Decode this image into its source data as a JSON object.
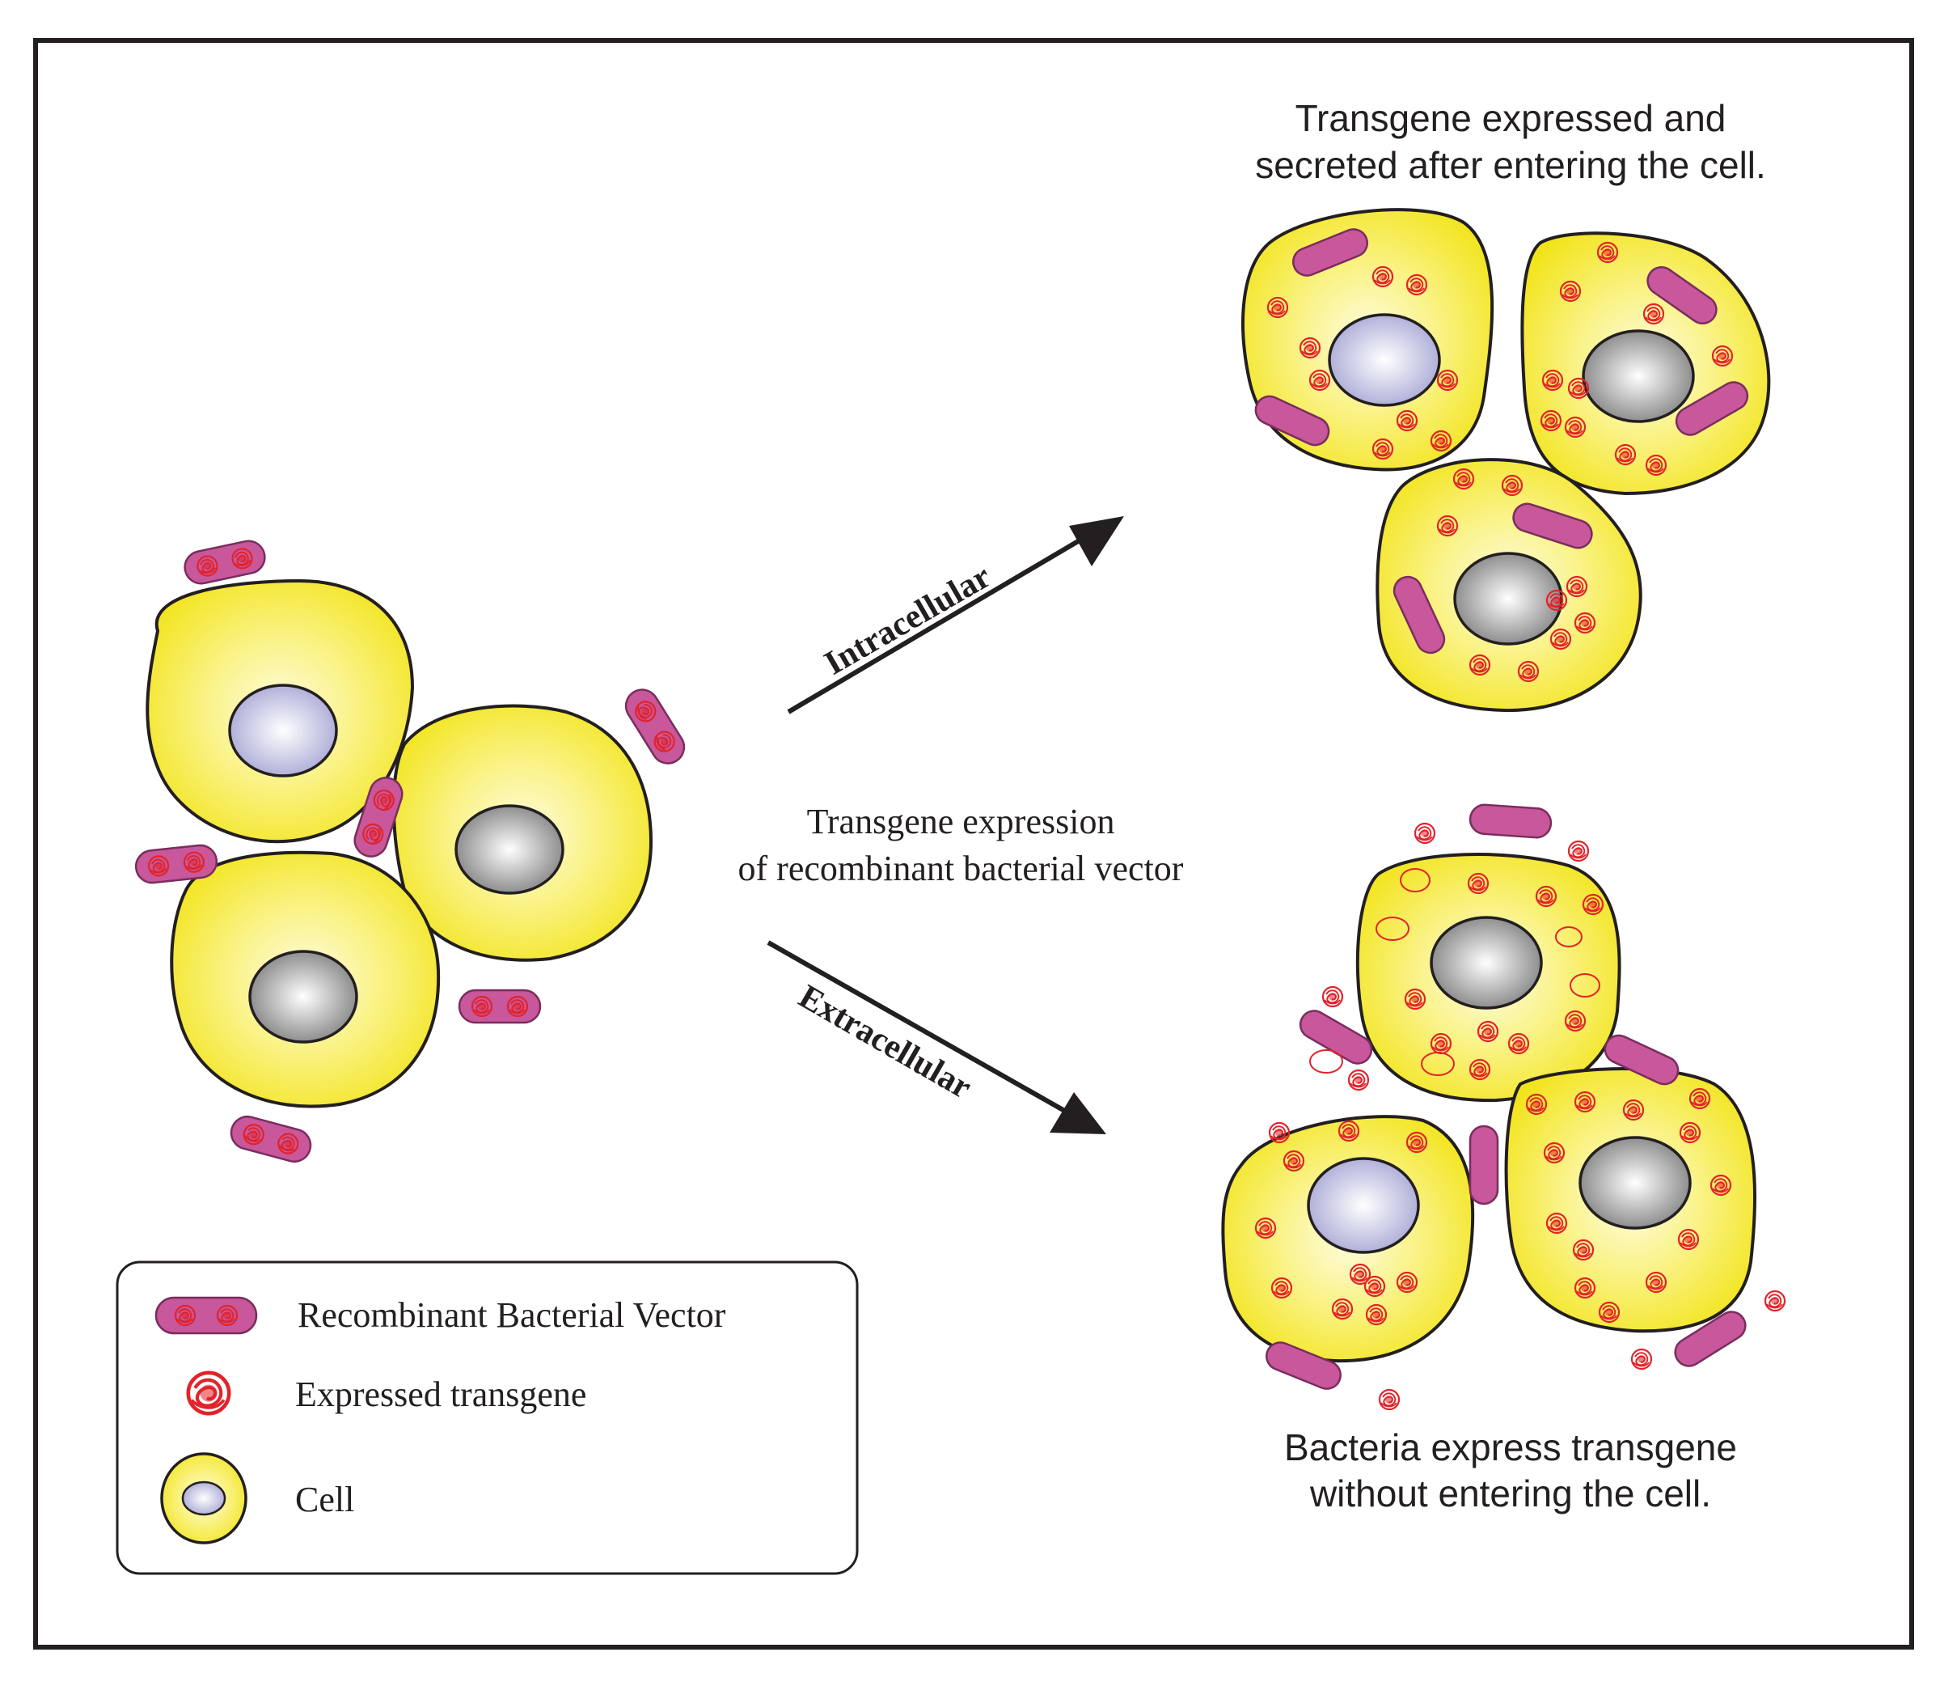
{
  "labels": {
    "intracellular_result": [
      "Transgene expressed and",
      "secreted after entering the cell."
    ],
    "extracellular_result": [
      "Bacteria express transgene",
      "without entering the cell."
    ],
    "center_caption": [
      "Transgene expression",
      "of recombinant bacterial vector"
    ],
    "arrow_intracellular": "Intracellular",
    "arrow_extracellular": "Extracellular"
  },
  "legend": {
    "items": [
      {
        "label": "Recombinant Bacterial Vector",
        "icon": "recombinant-bacteria-icon"
      },
      {
        "label": "Expressed transgene",
        "icon": "transgene-icon"
      },
      {
        "label": "Cell",
        "icon": "cell-icon"
      }
    ]
  },
  "colors": {
    "cell_fill": "#f4e817",
    "cell_center": "#fdfce0",
    "nucleus_purple": "#b7b7dd",
    "nucleus_gray": "#8f8f8f",
    "bacteria": "#c8579b",
    "transgene": "#e2232a",
    "outline": "#231f20"
  }
}
